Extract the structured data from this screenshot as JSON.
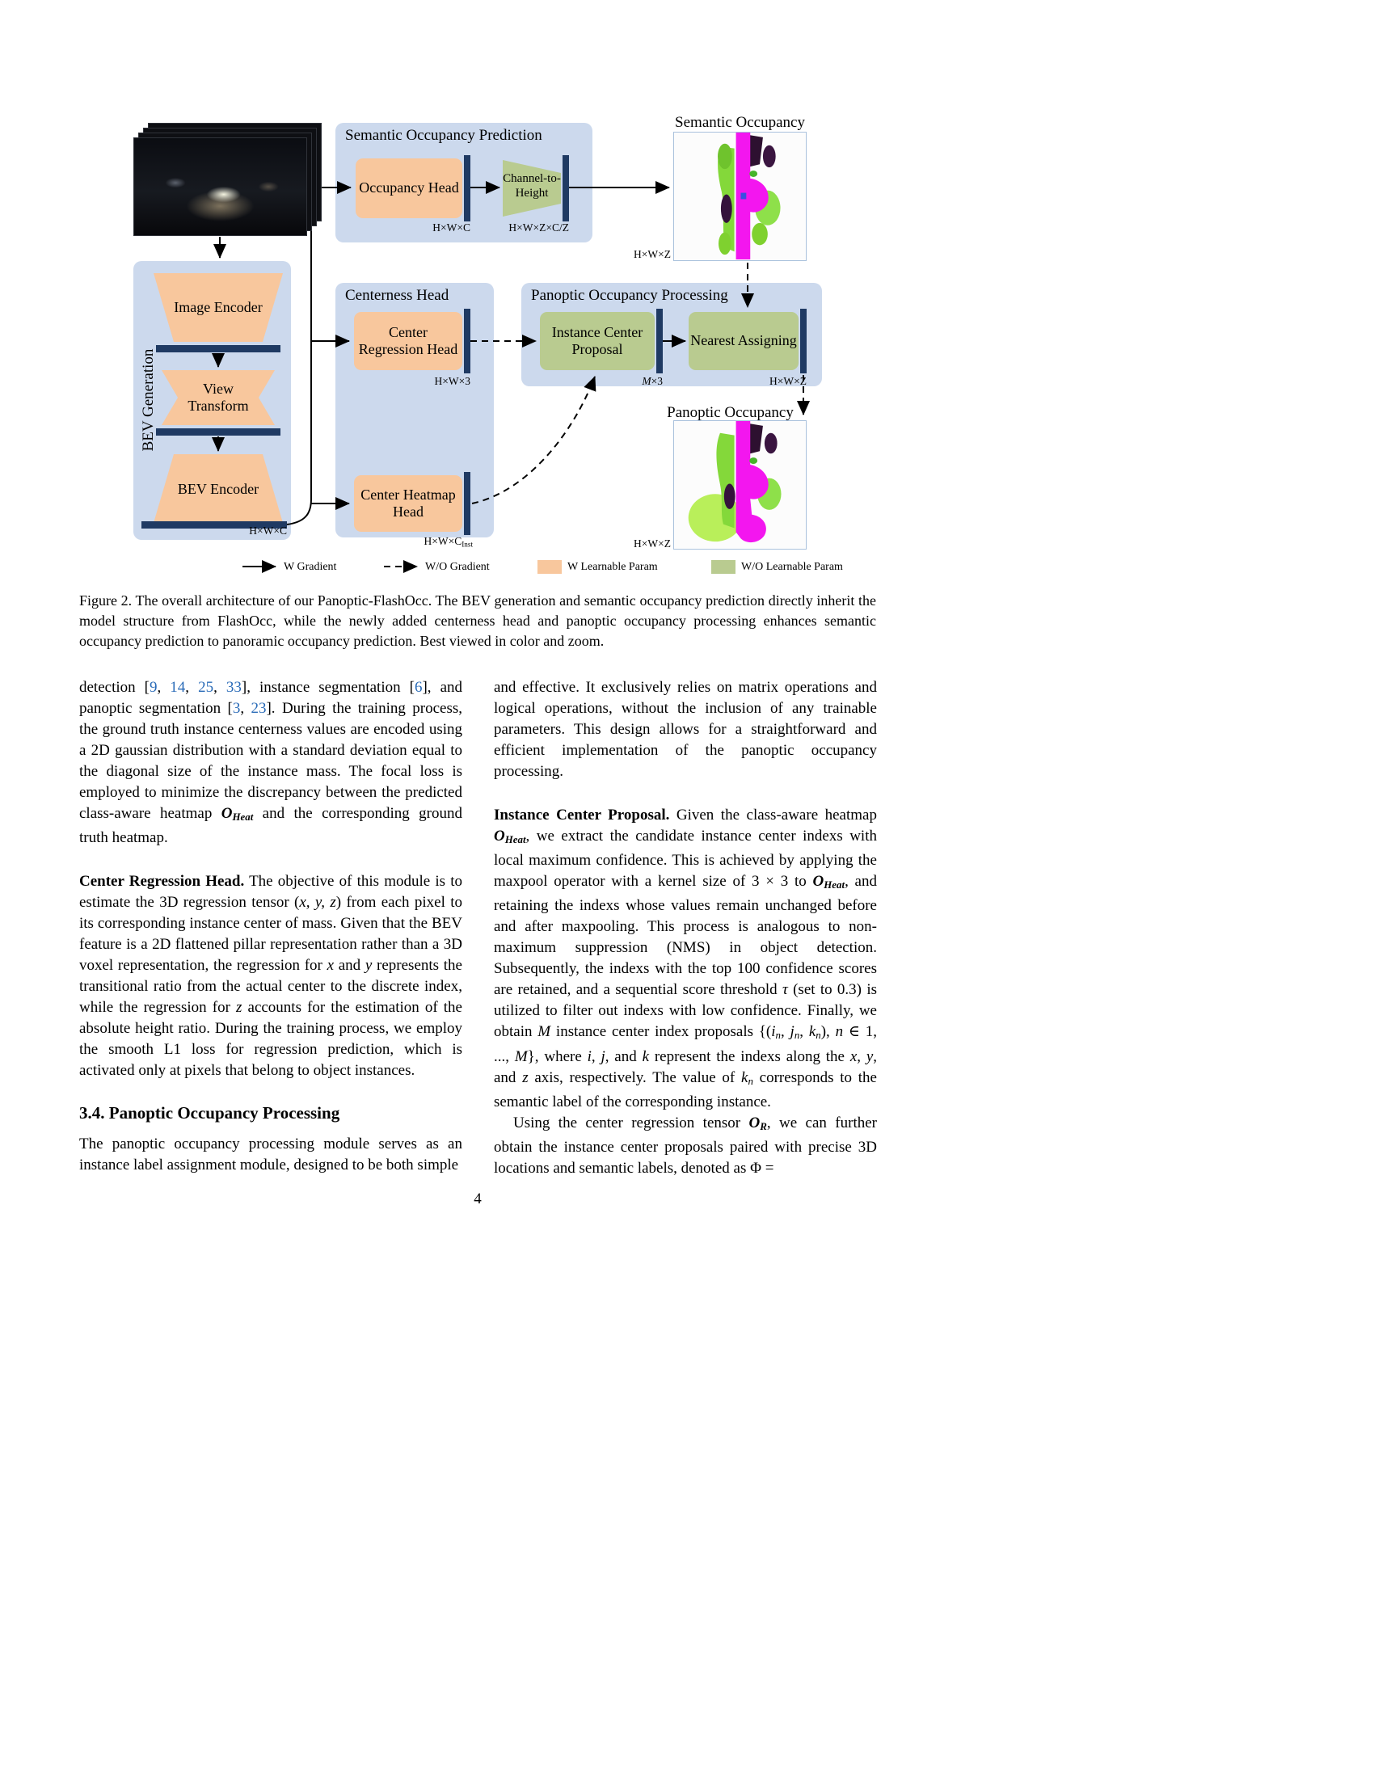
{
  "figure": {
    "bev": {
      "title": "BEV Generation",
      "image_encoder": "Image Encoder",
      "view_transform": "View Transform",
      "bev_encoder": "BEV Encoder",
      "dim": "H×W×C"
    },
    "sop": {
      "title": "Semantic Occupancy Prediction",
      "occupancy_head": "Occupancy Head",
      "channel_to_height": "Channel-to-Height",
      "occ_dim": "H×W×C",
      "c2h_dim": "H×W×Z×C/Z"
    },
    "centerness": {
      "title": "Centerness Head",
      "center_regression": "Center Regression Head",
      "center_heatmap": "Center Heatmap Head",
      "reg_dim": "H×W×3",
      "heat_dim": [
        {
          "t": "H×W×C"
        },
        {
          "t": "Inst",
          "s": "sub"
        }
      ]
    },
    "pop": {
      "title": "Panoptic Occupancy Processing",
      "instance_center": "Instance Center Proposal",
      "nearest_assigning": "Nearest Assigning",
      "icp_dim": [
        {
          "t": "M",
          "s": "i"
        },
        {
          "t": "×3"
        }
      ],
      "na_dim": "H×W×Z"
    },
    "semantic_occ": {
      "title": "Semantic Occupancy",
      "dim": "H×W×Z"
    },
    "panoptic_occ": {
      "title": "Panoptic Occupancy",
      "dim": "H×W×Z"
    },
    "legend": {
      "w_gradient": "W Gradient",
      "wo_gradient": "W/O Gradient",
      "w_param": "W Learnable Param",
      "wo_param": "W/O Learnable Param"
    },
    "colors": {
      "container_blue": "#ccd9ed",
      "learnable_orange": "#f8c79d",
      "non_learnable_green": "#b9cb90",
      "feature_bar_navy": "#1f3a63",
      "road_magenta": "#f316ef",
      "vegetation_green": "#7fd12f",
      "obstacle_purple": "#2d1030"
    }
  },
  "caption": "Figure 2. The overall architecture of our Panoptic-FlashOcc. The BEV generation and semantic occupancy prediction directly inherit the model structure from FlashOcc, while the newly added centerness head and panoptic occupancy processing enhances semantic occupancy prediction to panoramic occupancy prediction. Best viewed in color and zoom.",
  "body": {
    "heading": "3.4. Panoptic Occupancy Processing",
    "left": [
      {
        "segments": [
          {
            "t": "detection ["
          },
          {
            "t": "9",
            "s": "cite"
          },
          {
            "t": ", "
          },
          {
            "t": "14",
            "s": "cite"
          },
          {
            "t": ", "
          },
          {
            "t": "25",
            "s": "cite"
          },
          {
            "t": ", "
          },
          {
            "t": "33",
            "s": "cite"
          },
          {
            "t": "], instance segmentation ["
          },
          {
            "t": "6",
            "s": "cite"
          },
          {
            "t": "], and panoptic segmentation ["
          },
          {
            "t": "3",
            "s": "cite"
          },
          {
            "t": ", "
          },
          {
            "t": "23",
            "s": "cite"
          },
          {
            "t": "]. During the training process, the ground truth instance centerness values are encoded using a 2D gaussian distribution with a standard deviation equal to the diagonal size of the instance mass. The focal loss is employed to minimize the discrepancy between the predicted class-aware heatmap "
          },
          {
            "t": "O",
            "s": "b i"
          },
          {
            "t": "Heat",
            "s": "b i sub"
          },
          {
            "t": " and the corresponding ground truth heatmap."
          }
        ]
      },
      {
        "segments": [
          {
            "t": "Center Regression Head.",
            "s": "b"
          },
          {
            "t": " The objective of this module is to estimate the 3D regression tensor ("
          },
          {
            "t": "x, y, z",
            "s": "i"
          },
          {
            "t": ") from each pixel to its corresponding instance center of mass. Given that the BEV feature is a 2D flattened pillar representation rather than a 3D voxel representation, the regression for "
          },
          {
            "t": "x",
            "s": "i"
          },
          {
            "t": " and "
          },
          {
            "t": "y",
            "s": "i"
          },
          {
            "t": " represents the transitional ratio from the actual center to the discrete index, while the regression for "
          },
          {
            "t": "z",
            "s": "i"
          },
          {
            "t": " accounts for the estimation of the absolute height ratio. During the training process, we employ the smooth L1 loss for regression prediction, which is activated only at pixels that belong to object instances."
          }
        ]
      },
      {
        "segments": [
          {
            "t": "The panoptic occupancy processing module serves as an instance label assignment module, designed to be both simple"
          }
        ]
      }
    ],
    "right": [
      {
        "segments": [
          {
            "t": "and effective. It exclusively relies on matrix operations and logical operations, without the inclusion of any trainable parameters. This design allows for a straightforward and efficient implementation of the panoptic occupancy processing."
          }
        ]
      },
      {
        "segments": [
          {
            "t": "Instance Center Proposal.",
            "s": "b"
          },
          {
            "t": " Given the class-aware heatmap "
          },
          {
            "t": "O",
            "s": "b i"
          },
          {
            "t": "Heat",
            "s": "b i sub"
          },
          {
            "t": ", we extract the candidate instance center indexs with local maximum confidence. This is achieved by applying the maxpool operator with a kernel size of 3 × 3 to "
          },
          {
            "t": "O",
            "s": "b i"
          },
          {
            "t": "Heat",
            "s": "b i sub"
          },
          {
            "t": ", and retaining the indexs whose values remain unchanged before and after maxpooling. This process is analogous to non-maximum suppression (NMS) in object detection. Subsequently, the indexs with the top 100 confidence scores are retained, and a sequential score threshold "
          },
          {
            "t": "τ",
            "s": "i"
          },
          {
            "t": " (set to 0.3) is utilized to filter out indexs with low confidence. Finally, we obtain "
          },
          {
            "t": "M",
            "s": "i"
          },
          {
            "t": " instance center index proposals "
          },
          {
            "t": "{("
          },
          {
            "t": "i",
            "s": "i"
          },
          {
            "t": "n",
            "s": "i sub"
          },
          {
            "t": ", "
          },
          {
            "t": "j",
            "s": "i"
          },
          {
            "t": "n",
            "s": "i sub"
          },
          {
            "t": ", "
          },
          {
            "t": "k",
            "s": "i"
          },
          {
            "t": "n",
            "s": "i sub"
          },
          {
            "t": "), "
          },
          {
            "t": "n",
            "s": "i"
          },
          {
            "t": " ∈ 1, ..., "
          },
          {
            "t": "M",
            "s": "i"
          },
          {
            "t": "}, where "
          },
          {
            "t": "i",
            "s": "i"
          },
          {
            "t": ", "
          },
          {
            "t": "j",
            "s": "i"
          },
          {
            "t": ", and "
          },
          {
            "t": "k",
            "s": "i"
          },
          {
            "t": " represent the indexs along the "
          },
          {
            "t": "x",
            "s": "i"
          },
          {
            "t": ", "
          },
          {
            "t": "y",
            "s": "i"
          },
          {
            "t": ", and "
          },
          {
            "t": "z",
            "s": "i"
          },
          {
            "t": " axis, respectively. The value of "
          },
          {
            "t": "k",
            "s": "i"
          },
          {
            "t": "n",
            "s": "i sub"
          },
          {
            "t": " corresponds to the semantic label of the corresponding instance."
          }
        ]
      },
      {
        "segments": [
          {
            "t": "Using the center regression tensor "
          },
          {
            "t": "O",
            "s": "b i"
          },
          {
            "t": "R",
            "s": "b i sub"
          },
          {
            "t": ", we can further obtain the instance center proposals paired with precise 3D locations and semantic labels, denoted as Φ ="
          }
        ]
      }
    ]
  },
  "page_number": "4"
}
